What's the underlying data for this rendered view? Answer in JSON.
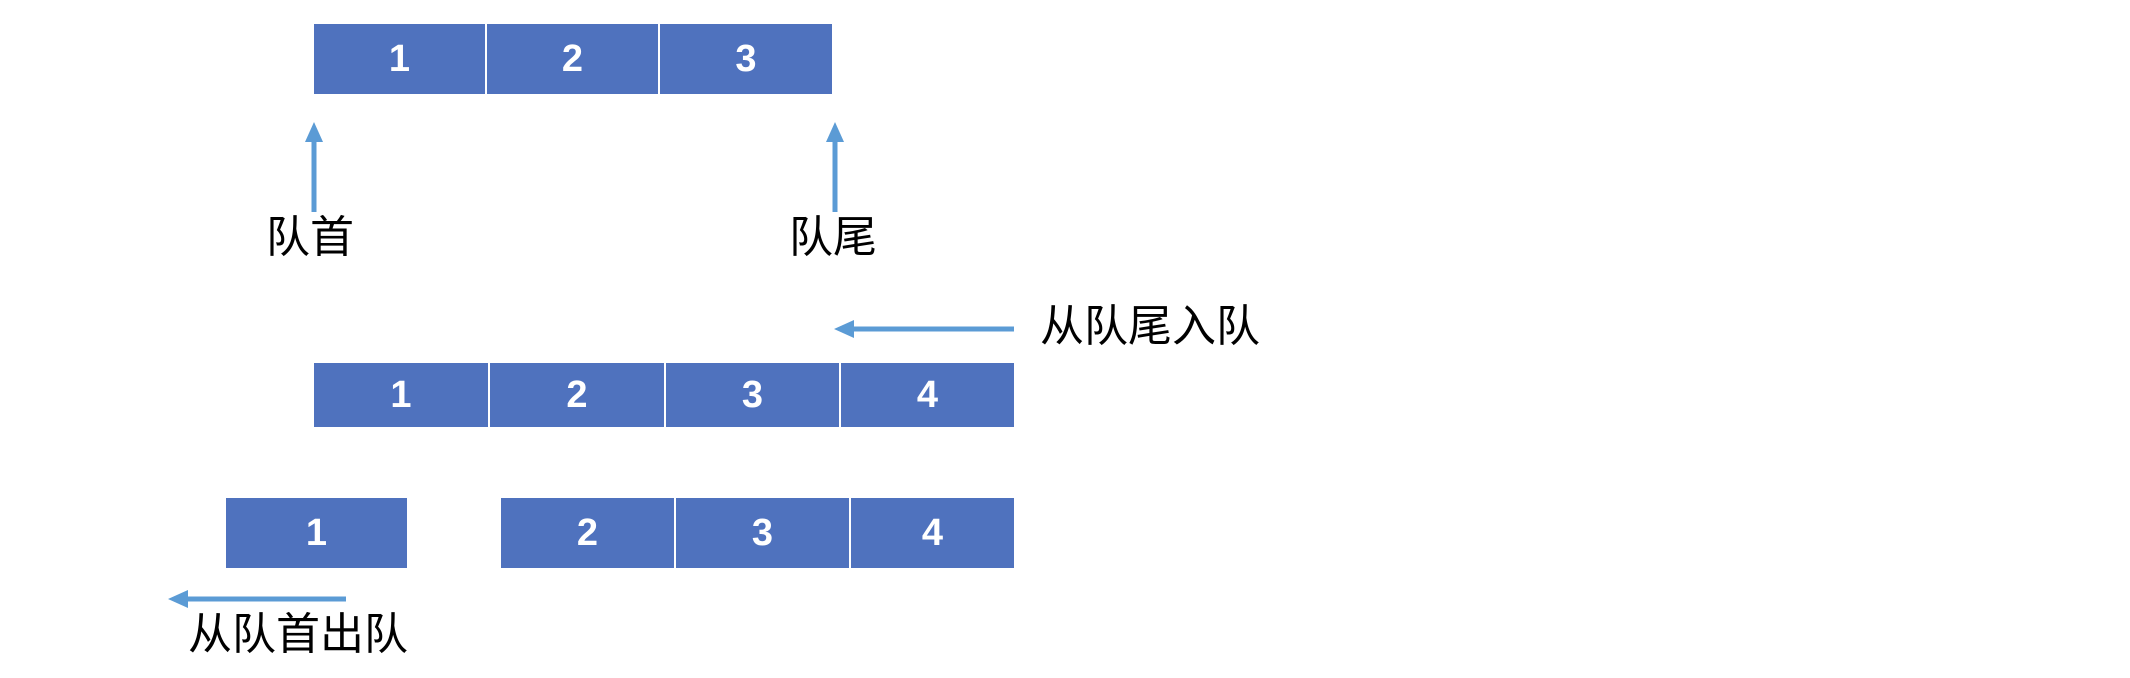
{
  "diagram": {
    "title": "queue-operations-diagram",
    "colors": {
      "cell_fill": "#4F72BE",
      "cell_border": "#FFFFFF",
      "cell_text": "#FFFFFF",
      "arrow": "#5B9BD5",
      "label_text": "#000000",
      "background": "#FFFFFF"
    }
  },
  "rows": {
    "top": {
      "name": "initial-queue",
      "cells": [
        "1",
        "2",
        "3"
      ]
    },
    "middle": {
      "name": "queue-after-enqueue",
      "cells": [
        "1",
        "2",
        "3",
        "4"
      ]
    },
    "bottom": {
      "name": "queue-after-dequeue",
      "dequeued_cell": "1",
      "cells": [
        "2",
        "3",
        "4"
      ]
    }
  },
  "pointers": {
    "front": "队首",
    "rear": "队尾"
  },
  "operations": {
    "enqueue": "从队尾入队",
    "dequeue": "从队首出队"
  }
}
